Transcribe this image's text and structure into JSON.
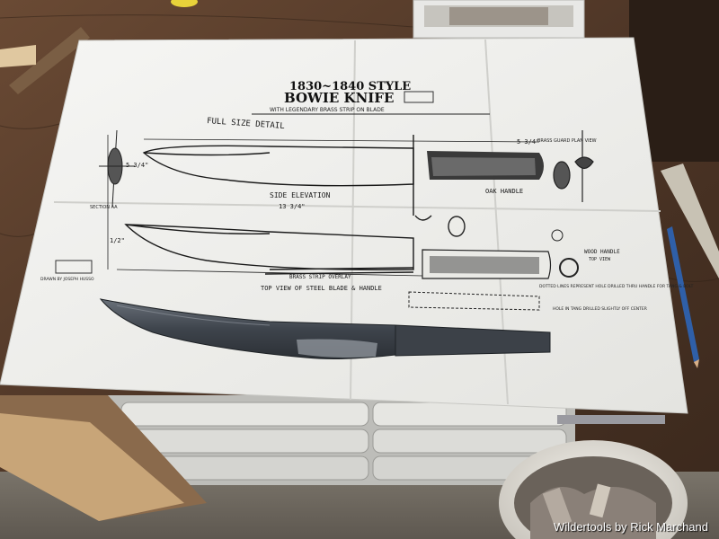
{
  "photo": {
    "subject": "bowie-knife-blank-on-blueprint",
    "colors": {
      "workbench": "#5a4030",
      "paper": "#f2f2f0",
      "ink": "#1a1a1a",
      "steel": "#4a5058",
      "bucket": "#e8e6e0",
      "drawers": "#d8d8d6"
    }
  },
  "blueprint": {
    "title_line1": "1830~1840 STYLE",
    "title_line2": "BOWIE KNIFE",
    "title_line3": "WITH LEGENDARY BRASS STRIP ON BLADE",
    "subtitle": "FULL SIZE DETAIL",
    "side_elevation_label": "SIDE ELEVATION",
    "top_view_label": "TOP VIEW OF STEEL BLADE & HANDLE",
    "oak_handle_label": "OAK HANDLE",
    "wood_handle_label": "WOOD HANDLE",
    "top_view_small": "TOP VIEW",
    "brass_strip_label": "BRASS STRIP OVERLAY",
    "dim_left": "5 3/4\"",
    "dim_mid": "13 3/4\"",
    "dim_right": "5 3/4\"",
    "dim_small": "1/2\"",
    "drawn_by": "DRAWN BY JOSEPH HUSSO",
    "section_label": "SECTION AA",
    "note_holes": "DOTTED LINES REPRESENT HOLE DRILLED THRU HANDLE FOR TANG & BOLT",
    "note_tang": "HOLE IN TANG DRILLED SLIGHTLY OFF CENTER",
    "brass_plan": "BRASS GUARD PLAN VIEW"
  },
  "watermark": {
    "text": "Wildertools by Rick Marchand"
  }
}
